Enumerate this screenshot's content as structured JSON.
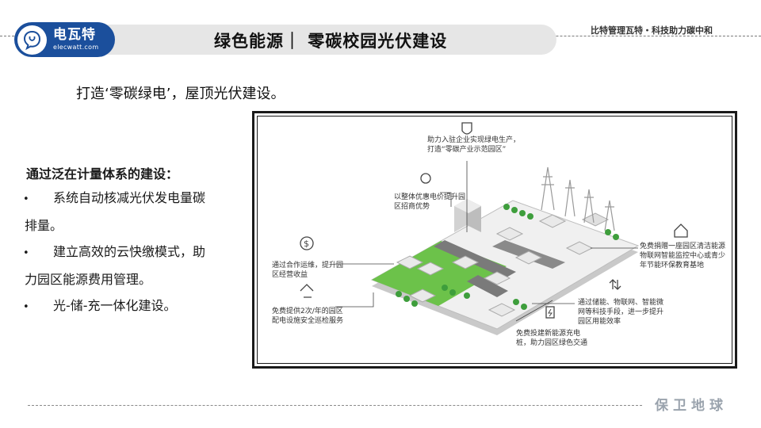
{
  "logo": {
    "name": "电瓦特",
    "url": "elecwatt.com"
  },
  "header": {
    "title": "绿色能源｜ 零碳校园光伏建设",
    "slogan": "比特管理瓦特・科技助力碳中和"
  },
  "subtitle": "打造‘零碳绿电’，屋顶光伏建设。",
  "points": {
    "heading": "通过泛在计量体系的建设：",
    "items": [
      {
        "bullet": "•",
        "line1": "系统自动核减光伏发电量碳",
        "line2": "排量。"
      },
      {
        "bullet": "•",
        "line1": "建立高效的云快缴模式，助",
        "line2": "力园区能源费用管理。"
      },
      {
        "bullet": "•",
        "line1": "光-储-充一体化建设。",
        "line2": ""
      }
    ]
  },
  "figure": {
    "labels": {
      "green_power": "助力入驻企业实现绿电生产，打造“零碳产业示范园区”",
      "price": "以整体优惠电价提升园区招商优势",
      "ops": "通过合作运维，提升园区经营收益",
      "maintenance": "免费提供2次/年的园区配电设施安全巡检服务",
      "education": "免费捐赠一座园区清洁能源物联网智能监控中心或青少年节能环保教育基地",
      "iot": "通过储能、物联网、智能微网等科技手段，进一步提升园区用能效率",
      "charging": "免费投建新能源充电桩，助力园区绿色交通"
    },
    "icons": [
      "shield-icon",
      "money-hand-icon",
      "dollar-icon",
      "recycle-icon",
      "home-icon",
      "exchange-icon",
      "charging-icon"
    ],
    "colors": {
      "grass": "#6cc24a",
      "building": "#e9e9e9",
      "road": "#7a7a7a",
      "tree": "#3e9e3c"
    }
  },
  "footer": {
    "tagline": "保卫地球"
  },
  "colors": {
    "brand": "#1b4f9c",
    "title_bar": "#e6e6e6",
    "footer": "#9aa3ad"
  }
}
